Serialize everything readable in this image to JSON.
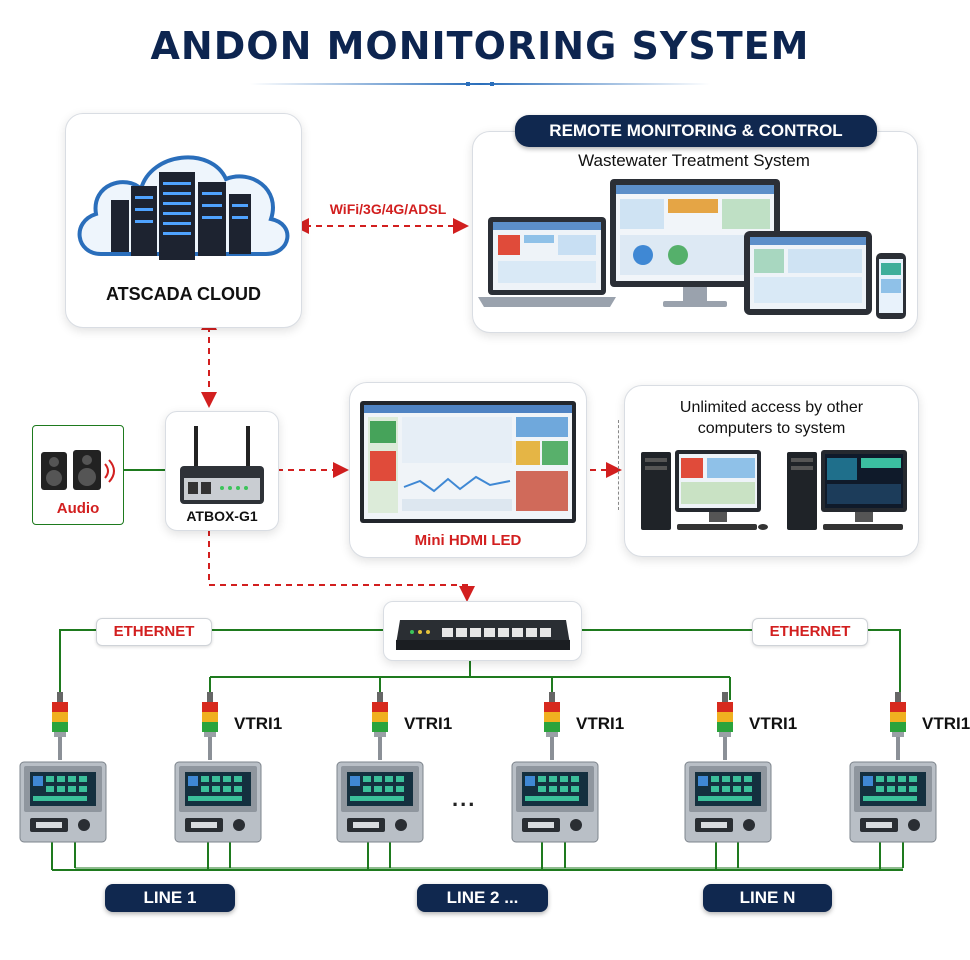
{
  "title": "ANDON MONITORING SYSTEM",
  "cloud": {
    "label": "ATSCADA CLOUD"
  },
  "link": {
    "label": "WiFi/3G/4G/ADSL"
  },
  "remote": {
    "header": "REMOTE MONITORING & CONTROL",
    "subtitle": "Wastewater Treatment System"
  },
  "audio": {
    "label": "Audio"
  },
  "atbox": {
    "label": "ATBOX-G1"
  },
  "hdmi": {
    "label": "Mini HDMI LED"
  },
  "access": {
    "line1": "Unlimited access by other",
    "line2": "computers to system"
  },
  "network": {
    "left_tag": "ETHERNET",
    "right_tag": "ETHERNET"
  },
  "devices": [
    {
      "label": ""
    },
    {
      "label": "VTRI1"
    },
    {
      "label": "VTRI1"
    },
    {
      "label": "VTRI1"
    },
    {
      "label": "VTRI1"
    },
    {
      "label": "VTRI1"
    }
  ],
  "ellipsis": "...",
  "lines": {
    "l1": "LINE 1",
    "l2": "LINE 2 ...",
    "ln": "LINE N"
  },
  "colors": {
    "navy": "#10284f",
    "red": "#d21f1f",
    "green": "#1e7a1e",
    "blue": "#2a6ebb"
  }
}
